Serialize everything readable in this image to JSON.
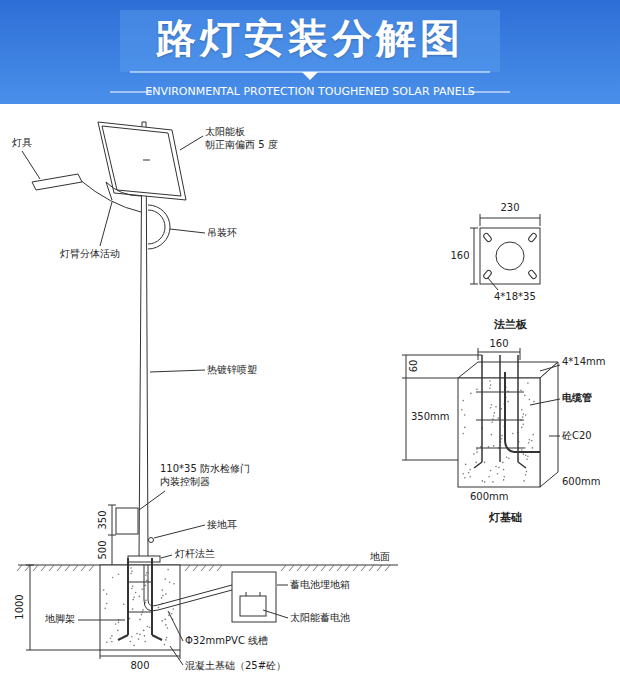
{
  "diagram": {
    "title": "路灯安装分解图",
    "labels": [
      "ENVIRONMENTAL PROTECTION TOUGHENED SOLAR PANELS",
      "灯具",
      "太阳能板 朝正南偏西 5 度",
      "灯臂分体活动",
      "吊装环",
      "热镀锌喷塑",
      "110*35 防水检修门 内装控制器",
      "接地耳",
      "灯杆法兰",
      "地面",
      "蓄电池埋地箱",
      "太阳能蓄电池",
      "地脚架",
      "Φ32mmPVC 线槽",
      "混凝土基础（25#砼）",
      "350",
      "500",
      "1000",
      "800",
      "230",
      "160",
      "4*18*35",
      "法兰板",
      "160",
      "4*14mm",
      "60",
      "350mm",
      "电缆管",
      "砼C20",
      "600mm",
      "600mm",
      "灯基础"
    ]
  }
}
